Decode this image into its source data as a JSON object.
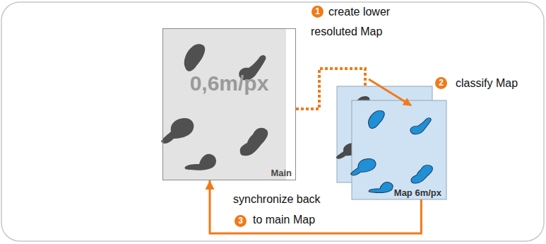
{
  "diagram": {
    "nodes": [
      {
        "text": [
          "0,6m/px",
          "Main"
        ]
      },
      {
        "text": [
          "Map 6m/px"
        ]
      }
    ],
    "edges": [
      {
        "from": 0,
        "to": 1,
        "arrow": "none",
        "label": "create lower resoluted Map"
      },
      {
        "from": 1,
        "to": 0,
        "arrow": "to",
        "label": "synchronize back to main Map"
      }
    ],
    "labels": [
      "1",
      "2",
      "classify Map",
      "3"
    ]
  }
}
